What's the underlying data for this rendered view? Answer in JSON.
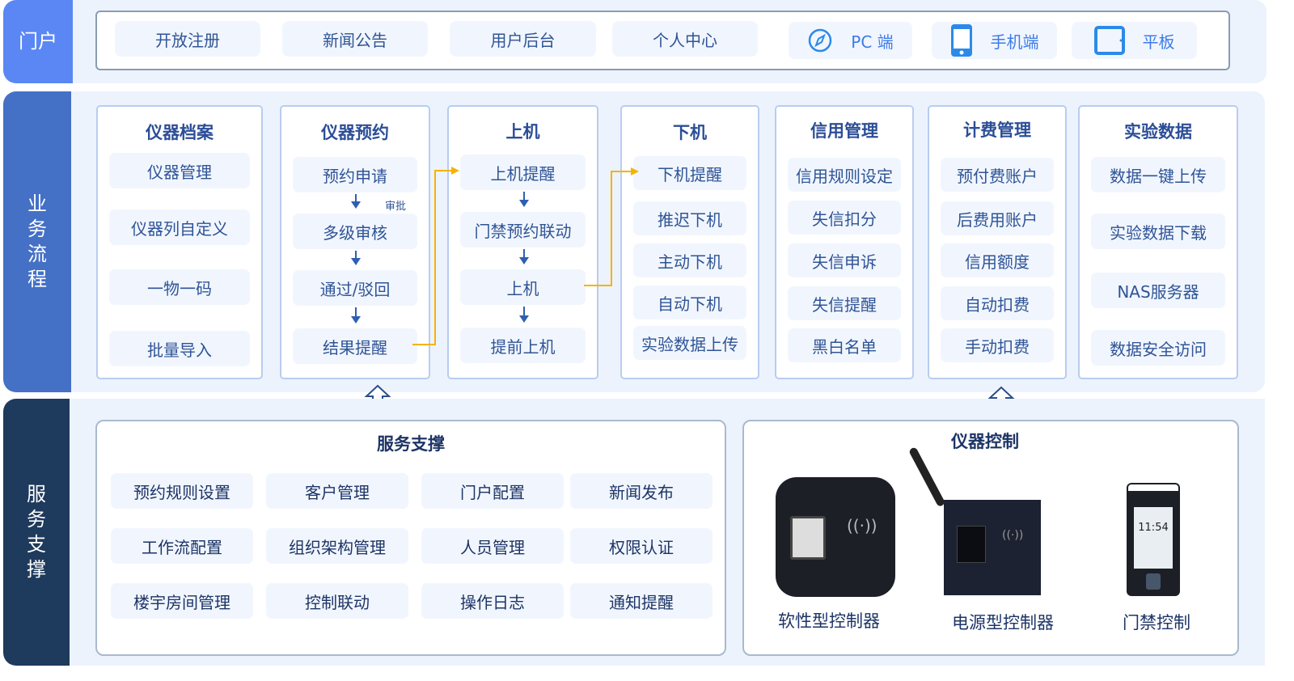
{
  "sections": {
    "portal": "门户",
    "business": "业务流程",
    "service": "服务支撑"
  },
  "portal": {
    "items": [
      "开放注册",
      "新闻公告",
      "用户后台",
      "个人中心"
    ],
    "devices": [
      {
        "label": "PC 端",
        "icon": "compass-icon"
      },
      {
        "label": "手机端",
        "icon": "phone-icon"
      },
      {
        "label": "平板",
        "icon": "tablet-icon"
      }
    ]
  },
  "columns": [
    {
      "title": "仪器档案",
      "items": [
        "仪器管理",
        "仪器列自定义",
        "一物一码",
        "批量导入"
      ]
    },
    {
      "title": "仪器预约",
      "items": [
        "预约申请",
        "多级审核",
        "通过/驳回",
        "结果提醒"
      ],
      "note": "审批"
    },
    {
      "title": "上机",
      "items": [
        "上机提醒",
        "门禁预约联动",
        "上机",
        "提前上机"
      ]
    },
    {
      "title": "下机",
      "items": [
        "下机提醒",
        "推迟下机",
        "主动下机",
        "自动下机",
        "实验数据上传"
      ]
    },
    {
      "title": "信用管理",
      "items": [
        "信用规则设定",
        "失信扣分",
        "失信申诉",
        "失信提醒",
        "黑白名单"
      ]
    },
    {
      "title": "计费管理",
      "items": [
        "预付费账户",
        "后费用账户",
        "信用额度",
        "自动扣费",
        "手动扣费"
      ]
    },
    {
      "title": "实验数据",
      "items": [
        "数据一键上传",
        "实验数据下载",
        "NAS服务器",
        "数据安全访问"
      ]
    }
  ],
  "service_support": {
    "title": "服务支撑",
    "items": [
      "预约规则设置",
      "客户管理",
      "门户配置",
      "新闻发布",
      "工作流配置",
      "组织架构管理",
      "人员管理",
      "权限认证",
      "楼宇房间管理",
      "控制联动",
      "操作日志",
      "通知提醒"
    ]
  },
  "instrument_control": {
    "title": "仪器控制",
    "devices": [
      "软性型控制器",
      "电源型控制器",
      "门禁控制"
    ],
    "screen_time": "11:54"
  },
  "colors": {
    "portal": "#5a87f4",
    "business": "#4470c6",
    "service": "#1e3a5c",
    "connector": "#f5b301"
  }
}
